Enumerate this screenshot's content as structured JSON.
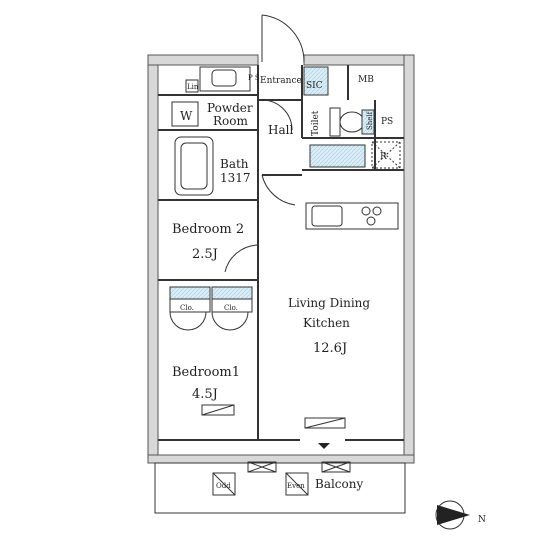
{
  "rooms": {
    "entrance": "Entrance",
    "sic": "SIC",
    "mb": "MB",
    "powder_room_line1": "Powder",
    "powder_room_line2": "Room",
    "washer": "W",
    "ps_top": "P S",
    "hall": "Hall",
    "toilet": "Toilet",
    "shelf": "Shelf",
    "ps_right": "PS",
    "refrigerator": "R",
    "bath_line1": "Bath",
    "bath_line2": "1317",
    "bedroom2_name": "Bedroom 2",
    "bedroom2_size": "2.5J",
    "closet1": "Clo.",
    "closet2": "Clo.",
    "ldk_line1": "Living Dining",
    "ldk_line2": "Kitchen",
    "ldk_size": "12.6J",
    "bedroom1_name": "Bedroom1",
    "bedroom1_size": "4.5J",
    "unit_odd": "Odd",
    "unit_even": "Even",
    "balcony": "Balcony",
    "linen": "Lin"
  },
  "compass": {
    "north": "N"
  },
  "colors": {
    "wall": "#d8d8d8",
    "line": "#333333",
    "closet_fill": "#d4ecf7"
  }
}
